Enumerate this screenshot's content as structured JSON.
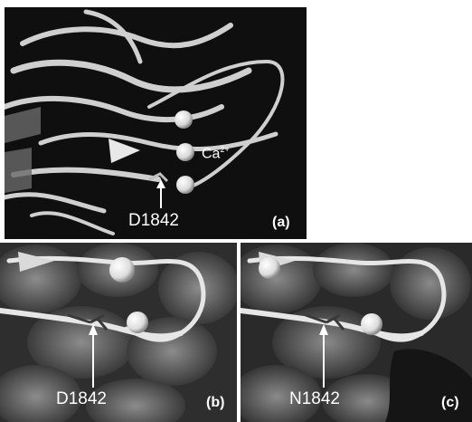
{
  "panels": {
    "a": {
      "tag": "(a)",
      "residue_label": "D1842",
      "ion_label": "Ca",
      "ion_charge": "2+"
    },
    "b": {
      "tag": "(b)",
      "residue_label": "D1842"
    },
    "c": {
      "tag": "(c)",
      "residue_label": "N1842"
    }
  },
  "colors": {
    "background": "#000000",
    "ribbon": "#d8d8d8",
    "ion_sphere": "#f2f2f2",
    "label_text": "#ffffff"
  }
}
